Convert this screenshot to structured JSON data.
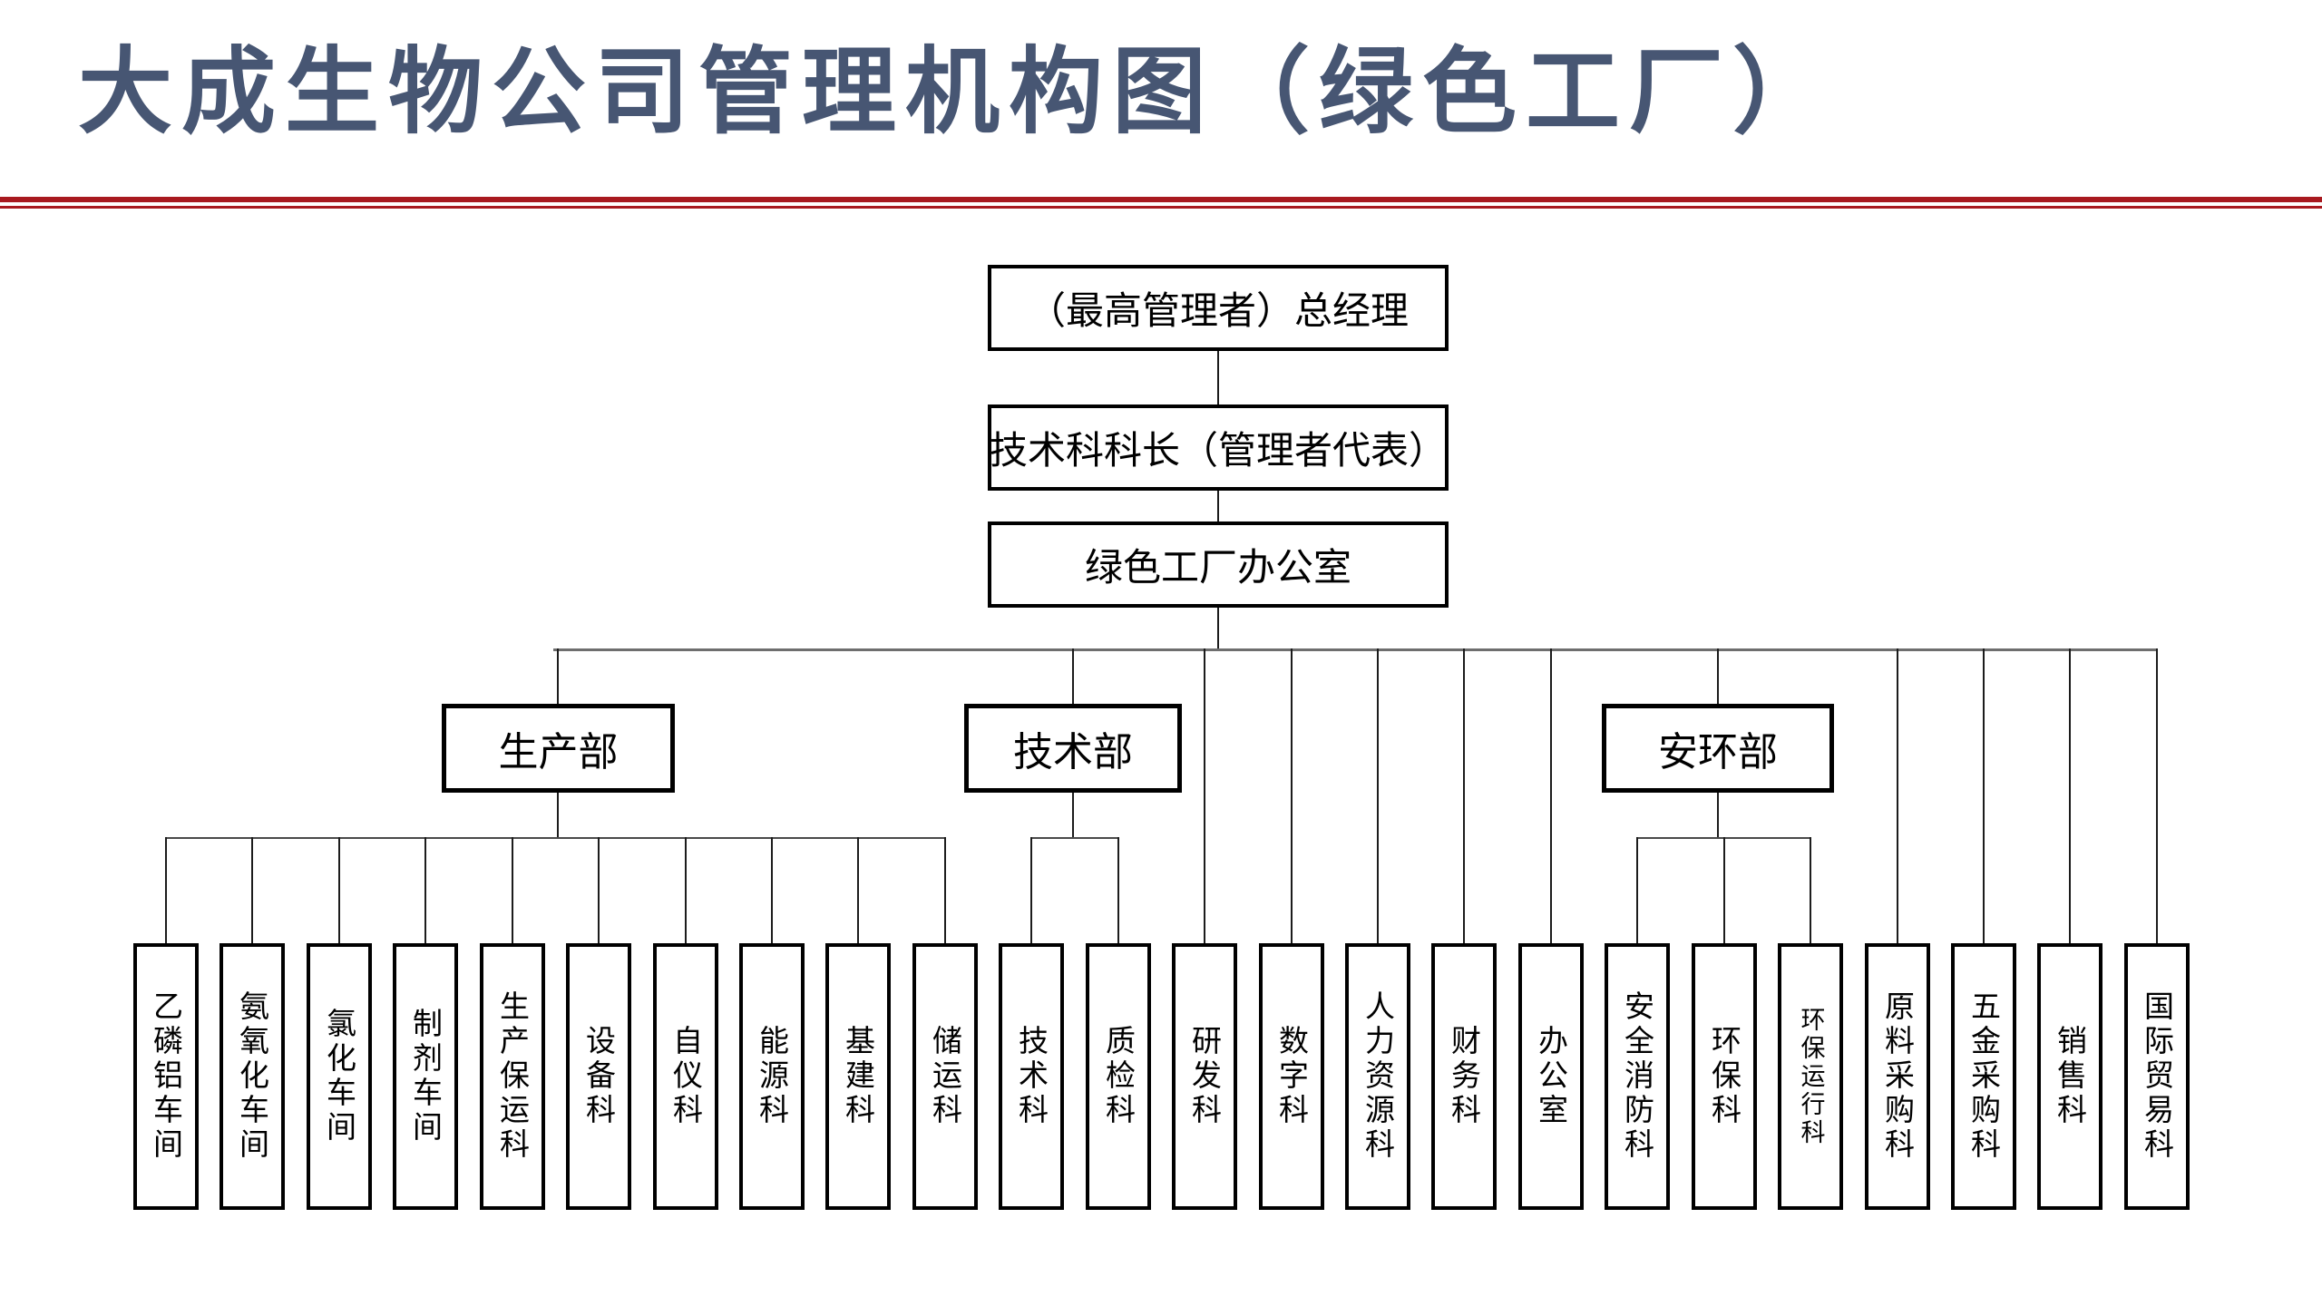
{
  "title": "大成生物公司管理机构图（绿色工厂）",
  "org": {
    "chain": [
      "（最高管理者）总经理",
      "技术科科长（管理者代表）",
      "绿色工厂办公室"
    ],
    "departments": [
      {
        "label": "生产部",
        "children": [
          "乙磷铝车间",
          "氨氧化车间",
          "氯化车间",
          "制剂车间",
          "生产保运科",
          "设备科",
          "自仪科",
          "能源科",
          "基建科",
          "储运科"
        ]
      },
      {
        "label": "技术部",
        "children": [
          "技术科",
          "质检科"
        ]
      },
      {
        "label": "安环部",
        "children": [
          "安全消防科",
          "环保科",
          "环保运行科"
        ]
      }
    ],
    "direct_units": [
      "研发科",
      "数字科",
      "人力资源科",
      "财务科",
      "办公室",
      "原料采购科",
      "五金采购科",
      "销售科",
      "国际贸易科"
    ]
  },
  "colors": {
    "title_text": "#475673",
    "divider_red": "#a8191f",
    "box_border": "#000000",
    "connector_gray": "#6e6e6e",
    "background": "#ffffff"
  }
}
